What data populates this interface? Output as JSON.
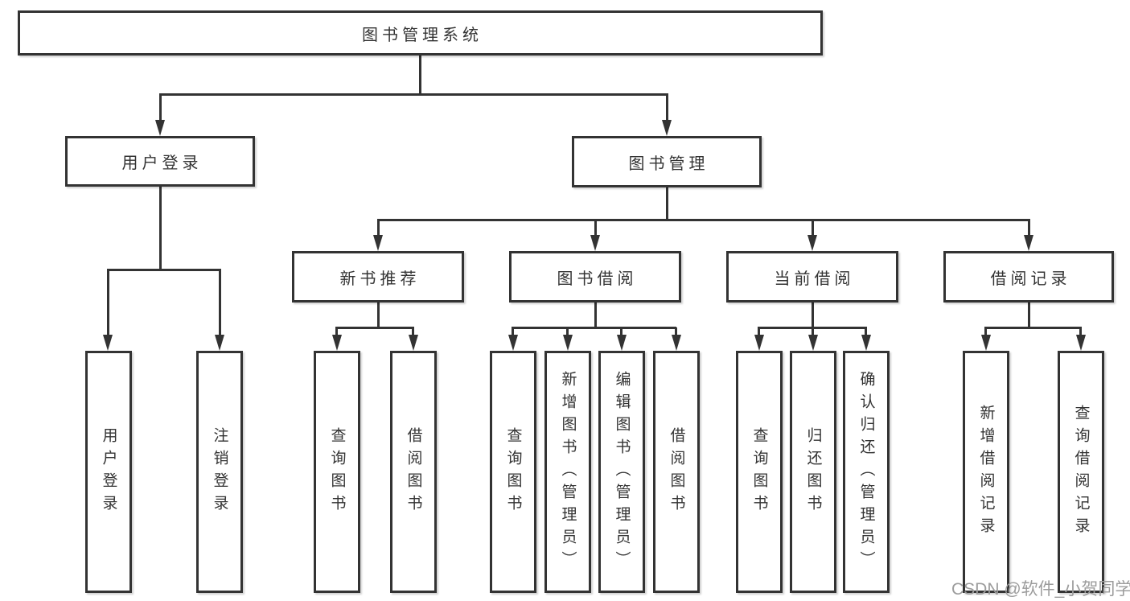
{
  "diagram": {
    "title": "图书管理系统",
    "root": {
      "label": "图书管理系统"
    },
    "level2": [
      {
        "id": "user-login",
        "label": "用户登录"
      },
      {
        "id": "book-management",
        "label": "图书管理"
      }
    ],
    "level3": [
      {
        "id": "new-book-recommend",
        "label": "新书推荐"
      },
      {
        "id": "book-borrow",
        "label": "图书借阅"
      },
      {
        "id": "current-borrow",
        "label": "当前借阅"
      },
      {
        "id": "borrow-records",
        "label": "借阅记录"
      }
    ],
    "leaves": {
      "user_login": [
        "用户登录",
        "注销登录"
      ],
      "new_books": [
        "查询图书",
        "借阅图书"
      ],
      "book_borrow": [
        "查询图书",
        "新增图书（管理员）",
        "编辑图书（管理员）",
        "借阅图书"
      ],
      "current_borrow": [
        "查询图书",
        "归还图书",
        "确认归还（管理员）"
      ],
      "borrow_records": [
        "新增借阅记录",
        "查询借阅记录"
      ]
    }
  },
  "watermark": {
    "text": "CSDN @软件_小贺同学"
  },
  "colors": {
    "line": "#333333",
    "text": "#333333",
    "background": "#ffffff",
    "watermark": "#9c9c9c"
  }
}
